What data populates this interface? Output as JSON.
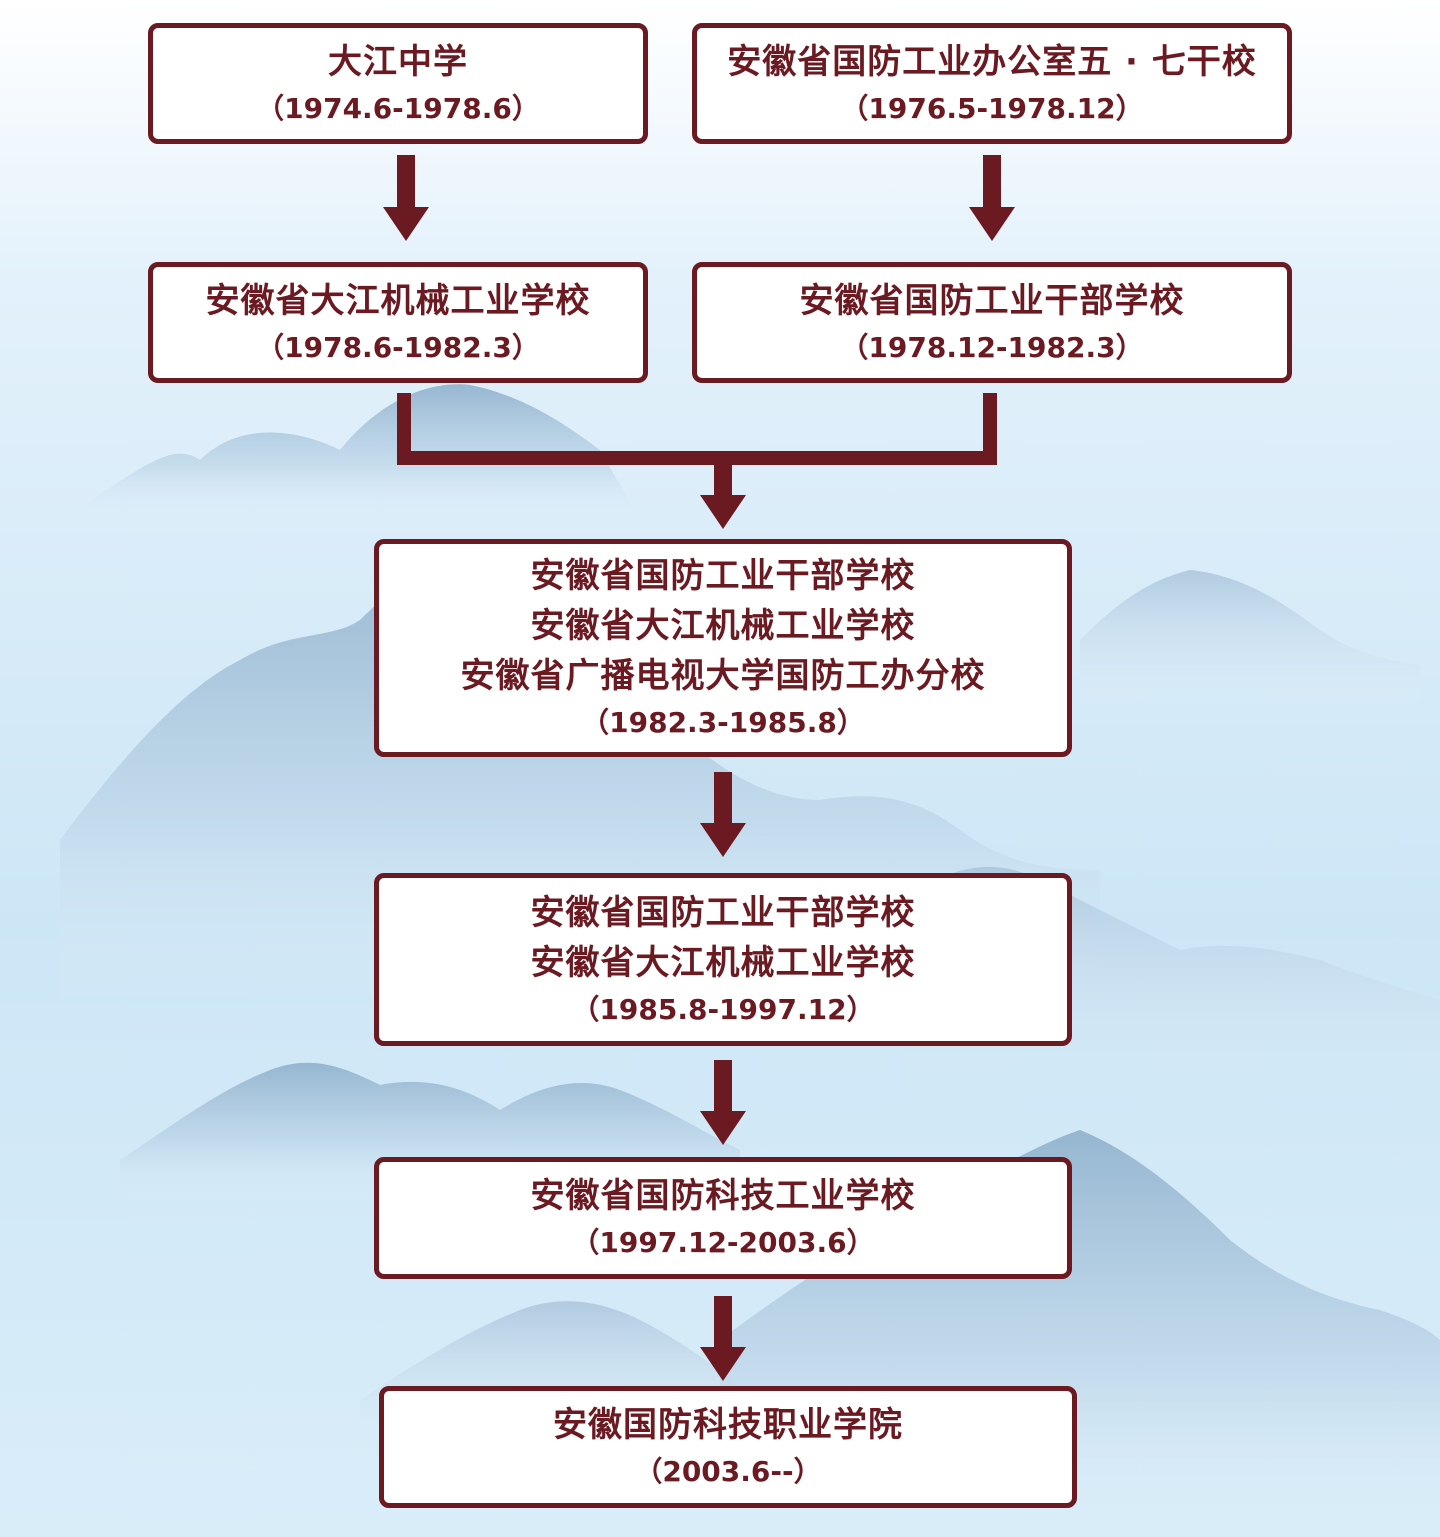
{
  "colors": {
    "accent": "#6b1a22",
    "box_fill": "#ffffff",
    "background": "#d6eaf8",
    "mountain": "#9dbcd6"
  },
  "nodes": {
    "dajiang_middle": {
      "lines": [
        "大江中学"
      ],
      "period": "（1974.6-1978.6）"
    },
    "wuqi_school": {
      "lines": [
        "安徽省国防工业办公室五 · 七干校"
      ],
      "period": "（1976.5-1978.12）"
    },
    "machinery_school": {
      "lines": [
        "安徽省大江机械工业学校"
      ],
      "period": "（1978.6-1982.3）"
    },
    "cadre_school": {
      "lines": [
        "安徽省国防工业干部学校"
      ],
      "period": "（1978.12-1982.3）"
    },
    "merged_1982": {
      "lines": [
        "安徽省国防工业干部学校",
        "安徽省大江机械工业学校",
        "安徽省广播电视大学国防工办分校"
      ],
      "period": "（1982.3-1985.8）"
    },
    "merged_1985": {
      "lines": [
        "安徽省国防工业干部学校",
        "安徽省大江机械工业学校"
      ],
      "period": "（1985.8-1997.12）"
    },
    "tech_school": {
      "lines": [
        "安徽省国防科技工业学校"
      ],
      "period": "（1997.12-2003.6）"
    },
    "college": {
      "lines": [
        "安徽国防科技职业学院"
      ],
      "period": "（2003.6--）"
    }
  }
}
